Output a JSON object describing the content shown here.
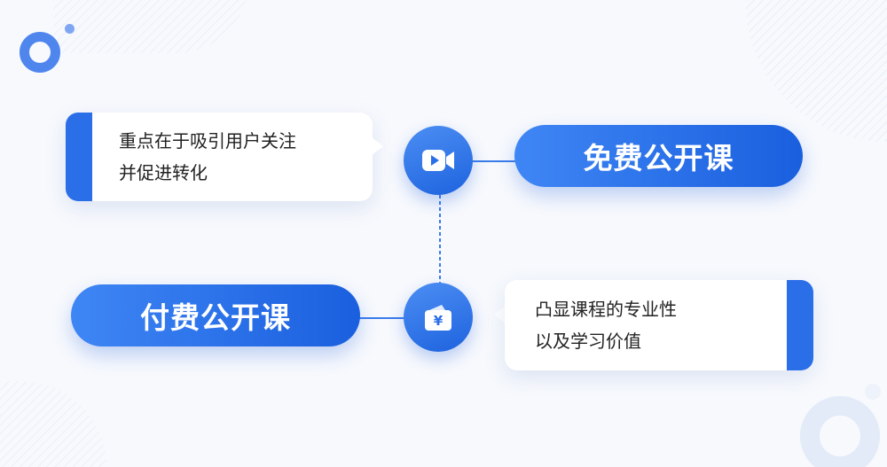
{
  "diagram": {
    "top": {
      "pill_label": "免费公开课",
      "note_lines": [
        "重点在于吸引用户关注",
        "并促进转化"
      ],
      "icon": "video-camera-icon"
    },
    "bottom": {
      "pill_label": "付费公开课",
      "note_lines": [
        "凸显课程的专业性",
        "以及学习价值"
      ],
      "icon": "wallet-icon",
      "icon_glyph": "¥"
    }
  },
  "colors": {
    "primary": "#2a6ee8",
    "gradient_start": "#3f86f5",
    "gradient_end": "#1a5fde",
    "background": "#f7f9fd",
    "card": "#ffffff",
    "text": "#222222"
  }
}
